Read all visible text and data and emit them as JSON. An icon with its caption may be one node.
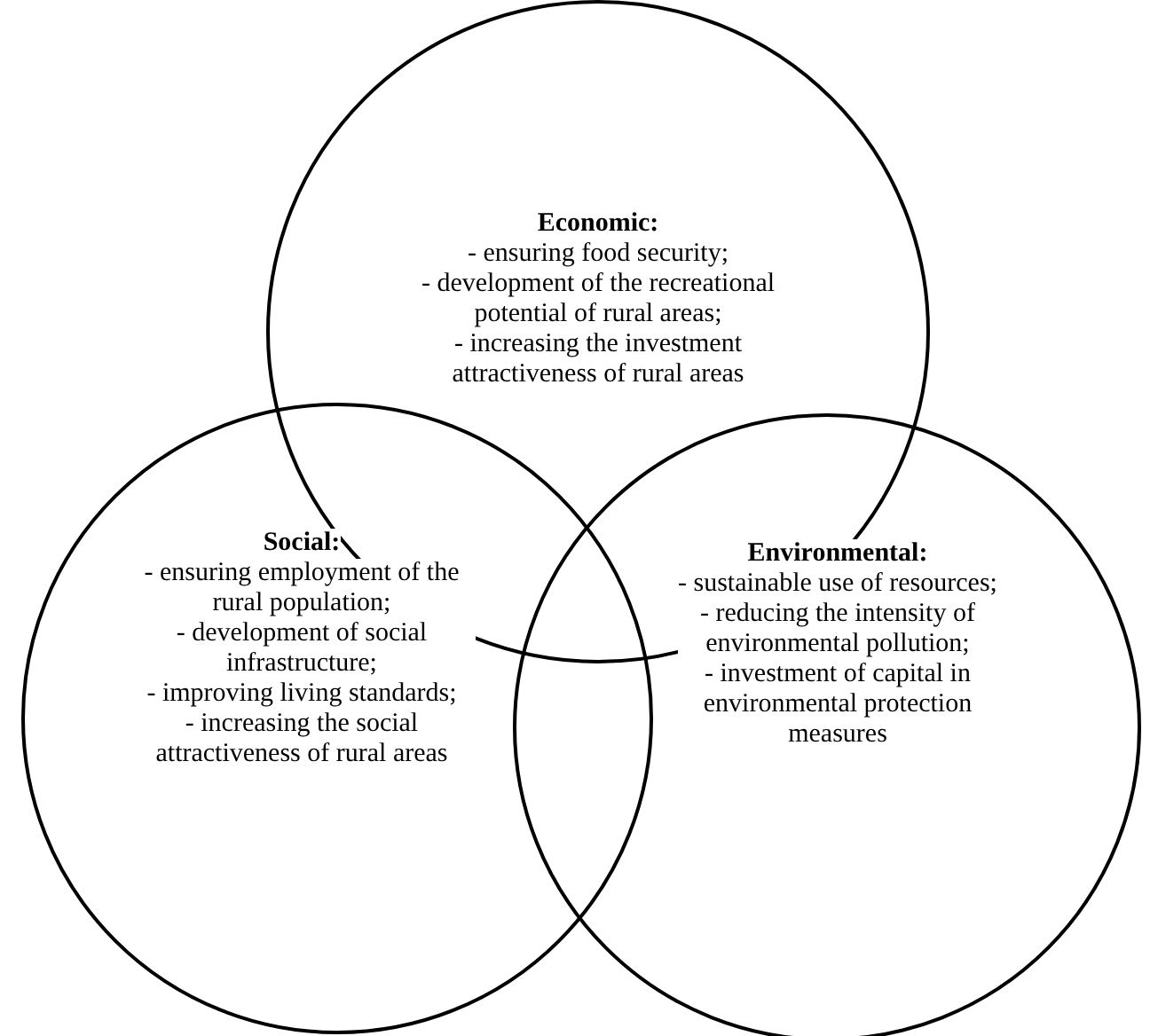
{
  "diagram": {
    "nodes": [
      {
        "text": [
          "Economic:",
          "- ensuring food security;",
          "- development of the recreational potential of rural areas;",
          "- increasing the investment attractiveness of rural areas"
        ]
      },
      {
        "text": [
          "Social:",
          "- ensuring employment of the rural population;",
          "- development of social infrastructure;",
          "- improving living standards;",
          "- increasing the social attractiveness of rural areas"
        ]
      },
      {
        "text": [
          "Environmental:",
          "- sustainable use of resources;",
          "- reducing the intensity of environmental pollution;",
          "- investment of capital in environmental protection measures"
        ]
      }
    ]
  }
}
